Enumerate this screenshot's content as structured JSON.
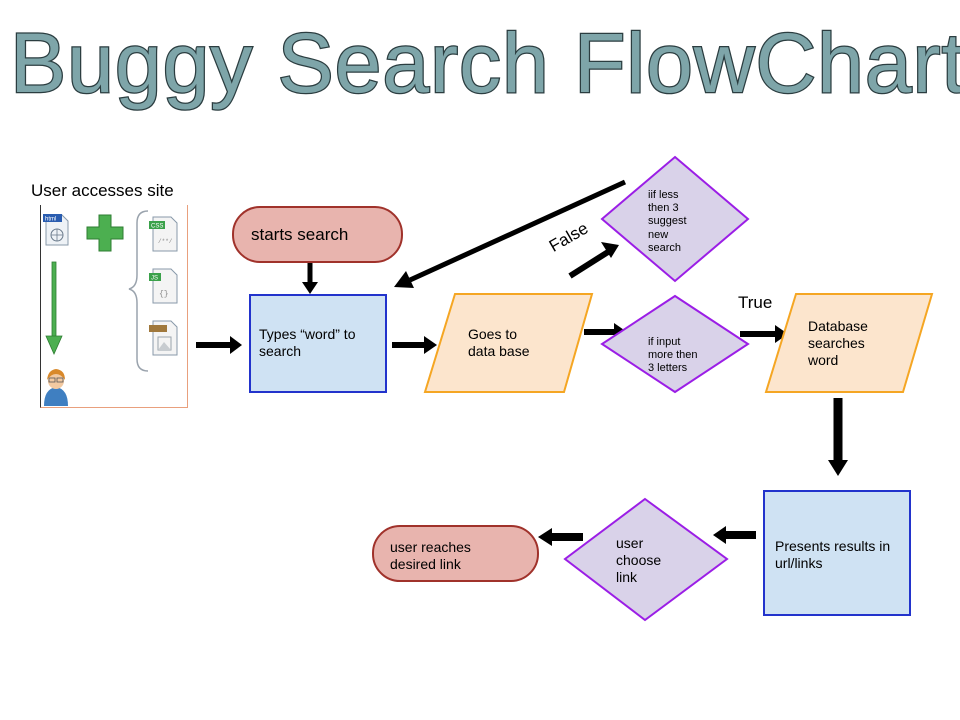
{
  "title": "Buggy Search FlowChart",
  "start_label": "User accesses site",
  "file_icons": {
    "html": "html",
    "css": "CSS",
    "js": "JS"
  },
  "nodes": {
    "starts_search": "starts search",
    "types_word": "Types “word” to search",
    "goes_to_db": "Goes to data base",
    "if_more_than_3": "if input more then 3 letters",
    "if_less_than_3": "iif less then 3 suggest new search",
    "db_searches": "Database searches word",
    "presents_results": "Presents results in url/links",
    "user_choose": "user choose link",
    "user_reaches": "user reaches desired link"
  },
  "edge_labels": {
    "false": "False",
    "true": "True"
  },
  "colors": {
    "title_fill": "#7ea5a9",
    "terminal_fill": "#e8b4ae",
    "terminal_border": "#a0322b",
    "process_fill": "#cfe2f3",
    "process_border": "#2233cc",
    "io_fill": "#fce5cd",
    "io_border": "#f5a623",
    "decision_fill": "#d9d2e9",
    "decision_border": "#9b1ee6",
    "arrow": "#000000"
  }
}
